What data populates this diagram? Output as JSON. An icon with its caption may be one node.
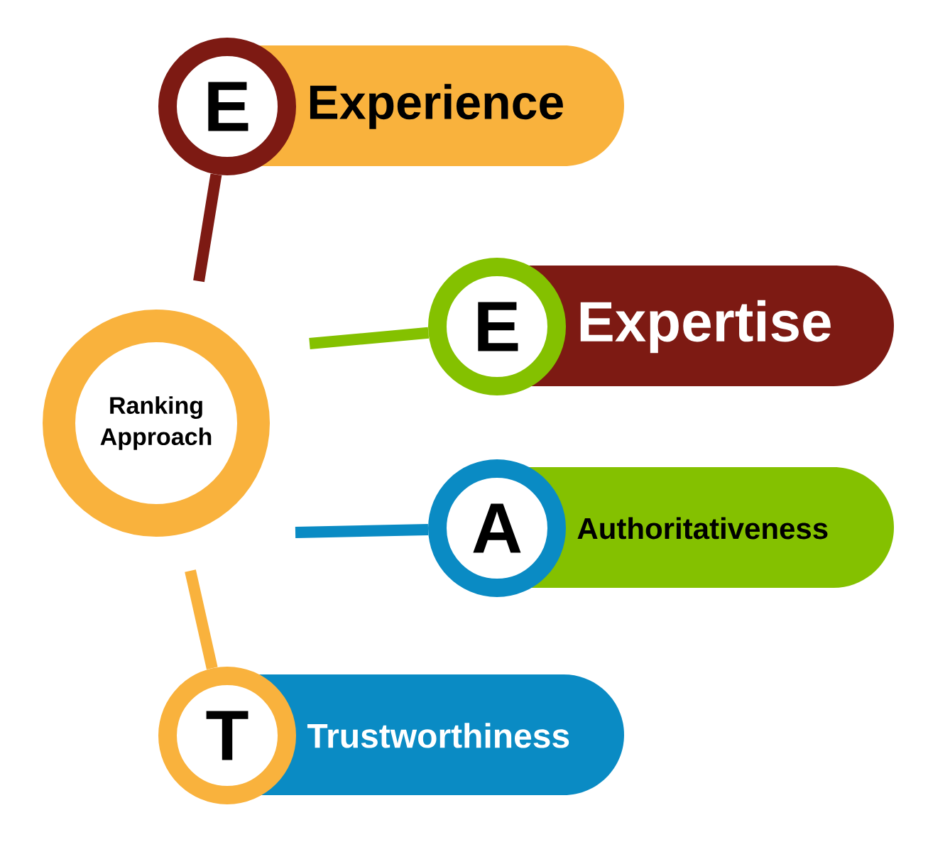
{
  "diagram": {
    "nodes": [
      {
        "text": [
          "Ranking Approach"
        ]
      },
      {
        "text": [
          "E"
        ]
      },
      {
        "text": [
          "Experience"
        ]
      },
      {
        "text": [
          "E"
        ]
      },
      {
        "text": [
          "Expertise"
        ]
      },
      {
        "text": [
          "A"
        ]
      },
      {
        "text": [
          "Authoritativeness"
        ]
      },
      {
        "text": [
          "T"
        ]
      },
      {
        "text": [
          "Trustworthiness"
        ]
      }
    ],
    "edges": [
      {
        "from": 0,
        "to": 1,
        "arrow": "none",
        "color": "#7d1a13"
      },
      {
        "from": 0,
        "to": 3,
        "arrow": "none",
        "color": "#84c100"
      },
      {
        "from": 0,
        "to": 5,
        "arrow": "none",
        "color": "#0a8bc4"
      },
      {
        "from": 0,
        "to": 7,
        "arrow": "none",
        "color": "#f9b23d"
      }
    ]
  }
}
